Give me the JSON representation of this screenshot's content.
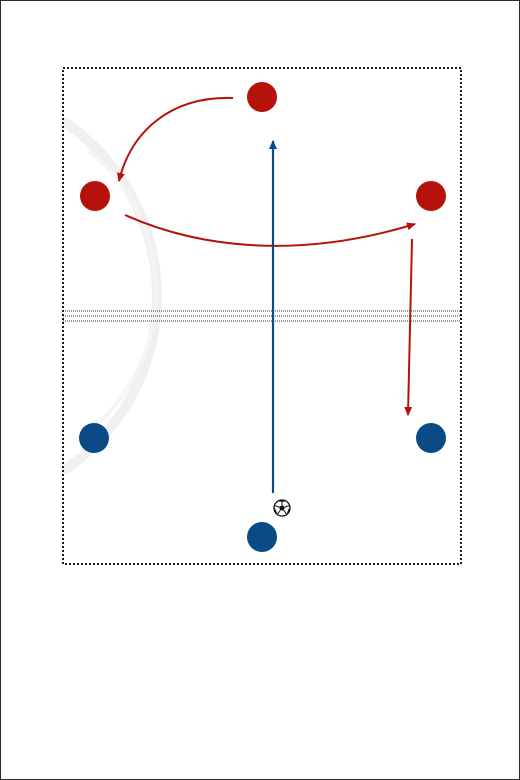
{
  "drill": {
    "colors": {
      "attack_team": "#b5120c",
      "defend_team": "#0a4a86",
      "attack_arrow": "#b5120c",
      "defend_arrow": "#0a4a86",
      "field_line": "#1a1a1a",
      "watermark": "#e6e6e6"
    },
    "field_icon": "dashed-field-boundary",
    "net_icon": "dotted-midline-net",
    "ball_icon": "soccer-ball-icon",
    "watermark_icon": "faded-club-crest-watermark",
    "players": [
      {
        "id": "red-top",
        "team": "red"
      },
      {
        "id": "red-left",
        "team": "red"
      },
      {
        "id": "red-right",
        "team": "red"
      },
      {
        "id": "blue-left",
        "team": "blue"
      },
      {
        "id": "blue-right",
        "team": "blue"
      },
      {
        "id": "blue-bottom",
        "team": "blue"
      }
    ],
    "movements": [
      {
        "id": "red-top-to-left",
        "team": "red",
        "style": "curved"
      },
      {
        "id": "red-left-to-right",
        "team": "red",
        "style": "curved"
      },
      {
        "id": "red-right-down",
        "team": "red",
        "style": "straight"
      },
      {
        "id": "blue-bottom-up",
        "team": "blue",
        "style": "straight"
      }
    ]
  }
}
